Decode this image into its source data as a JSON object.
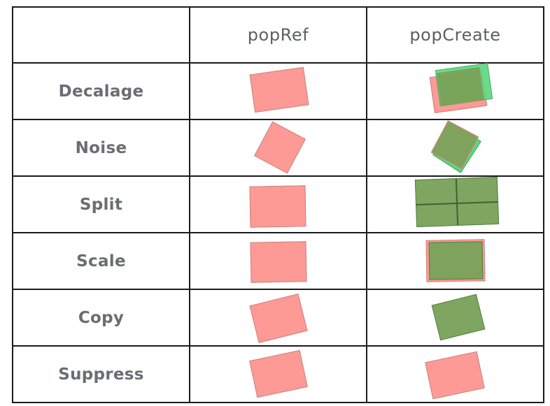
{
  "table": {
    "header": {
      "corner": "",
      "col1": "popRef",
      "col2": "popCreate"
    },
    "rows": [
      {
        "label": "Decalage"
      },
      {
        "label": "Noise"
      },
      {
        "label": "Split"
      },
      {
        "label": "Scale"
      },
      {
        "label": "Copy"
      },
      {
        "label": "Suppress"
      }
    ]
  },
  "colors": {
    "reference_fill": "#fd9a95",
    "created_fill": "#7aa35a",
    "created_outline_fill": "#5cd87e",
    "grid_line": "#1b1b1b",
    "label_text": "#6a6d72"
  }
}
